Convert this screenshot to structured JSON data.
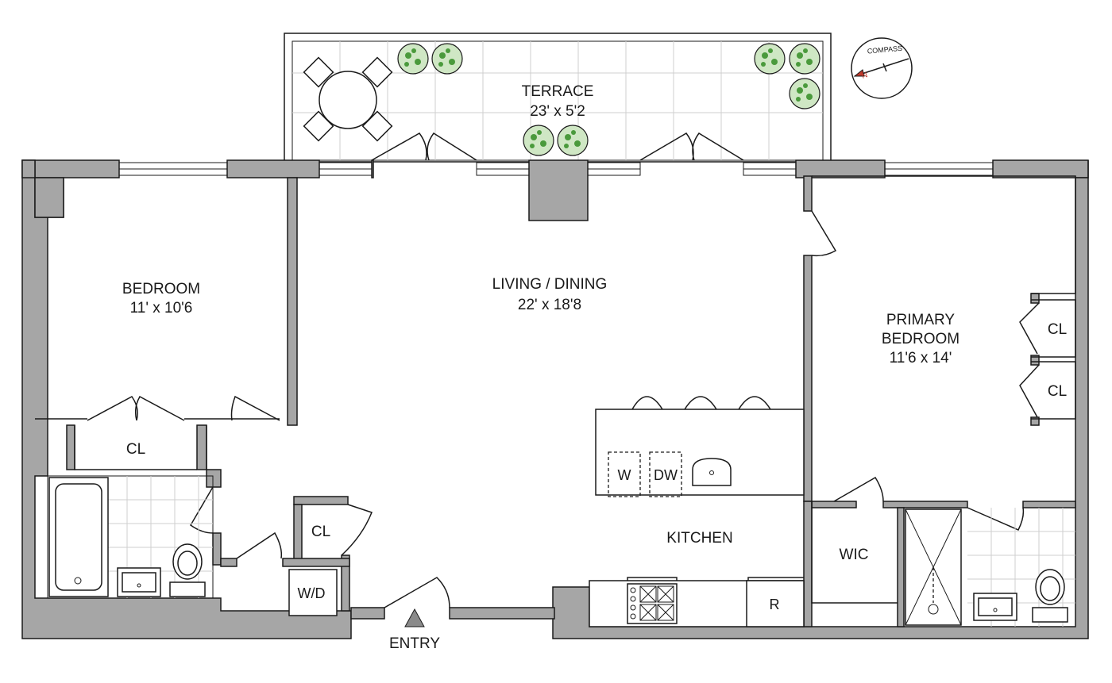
{
  "rooms": {
    "terrace": {
      "name": "TERRACE",
      "dims": "23' x 5'2"
    },
    "bedroom": {
      "name": "BEDROOM",
      "dims": "11' x 10'6"
    },
    "living": {
      "name": "LIVING / DINING",
      "dims": "22' x 18'8"
    },
    "primary": {
      "name1": "PRIMARY",
      "name2": "BEDROOM",
      "dims": "11'6 x 14'"
    },
    "kitchen": {
      "name": "KITCHEN"
    },
    "wic": {
      "name": "WIC"
    }
  },
  "labels": {
    "cl": "CL",
    "wd": "W/D",
    "w": "W",
    "dw": "DW",
    "r": "R",
    "entry": "ENTRY",
    "compass": "COMPASS",
    "north": "N"
  },
  "colors": {
    "wall": "#a6a6a6",
    "plant": "#4a9a3c",
    "tile": "#cfcfcf"
  }
}
